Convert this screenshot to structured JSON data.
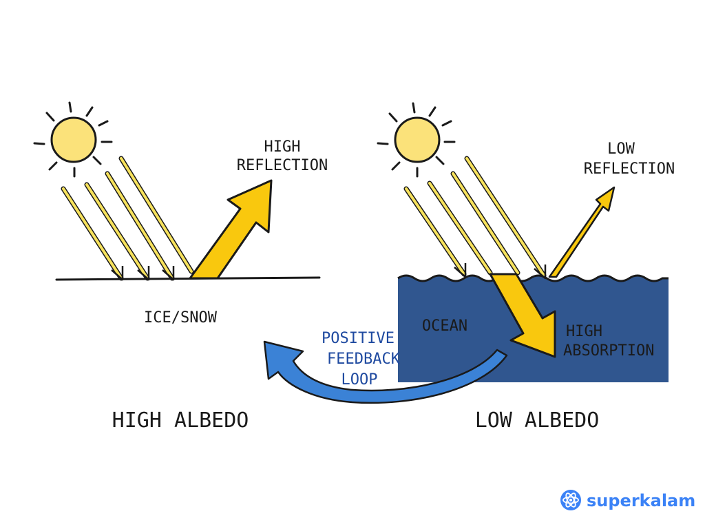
{
  "left_panel": {
    "surface_label": "ICE/SNOW",
    "reflection_line1": "HIGH",
    "reflection_line2": "REFLECTION",
    "title": "HIGH ALBEDO"
  },
  "right_panel": {
    "surface_label": "OCEAN",
    "reflection_line1": "LOW",
    "reflection_line2": "REFLECTION",
    "absorption_line1": "HIGH",
    "absorption_line2": "ABSORPTION",
    "title": "LOW ALBEDO"
  },
  "feedback_loop": {
    "line1": "POSITIVE",
    "line2": "FEEDBACK",
    "line3": "LOOP"
  },
  "brand": {
    "name": "superkalam"
  },
  "colors": {
    "sun": "#fbe27a",
    "ray": "#f7e25c",
    "reflect_arrow": "#f9c80e",
    "ocean": "#30568f",
    "loop_arrow": "#3b82d6",
    "brand": "#3b82f6"
  }
}
